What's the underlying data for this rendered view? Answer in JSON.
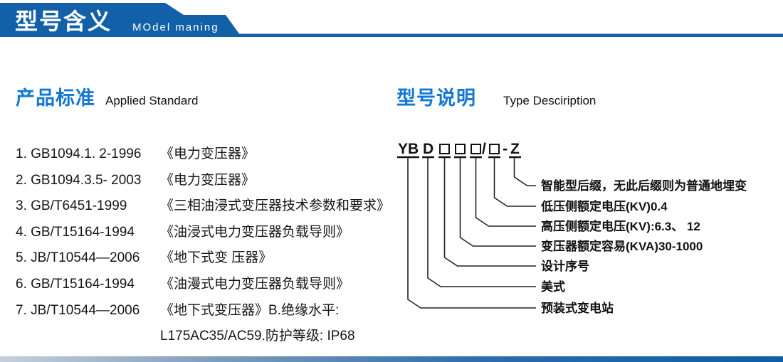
{
  "header": {
    "title_cn": "型号含义",
    "title_en": "MOdel maning",
    "band_color": "#1261a8"
  },
  "standards": {
    "heading_cn": "产品标准",
    "heading_en": "Applied Standard",
    "items": [
      {
        "code": "1. GB1094.1. 2-1996",
        "title": "《电力变压器》"
      },
      {
        "code": "2. GB1094.3.5- 2003",
        "title": "《电力变压器》"
      },
      {
        "code": "3. GB/T6451-1999",
        "title": "《三相油浸式变压器技术参数和要求》"
      },
      {
        "code": "4. GB/T15164-1994",
        "title": "《油浸式电力变压器负载导则》"
      },
      {
        "code": "5. JB/T10544—2006",
        "title": "《地下式变 压器》"
      },
      {
        "code": "6. GB/T15164-1994",
        "title": "《油漫式电力变压器负载导则》"
      },
      {
        "code": "7. JB/T10544—2006",
        "title": "《地下式变压器》B.绝缘水平:"
      },
      {
        "code": "",
        "title": "L175AC35/AC59.防护等级: IP68"
      }
    ]
  },
  "model": {
    "heading_cn": "型号说明",
    "heading_en": "Type Desciription",
    "code_parts": {
      "yb": "YB",
      "d": "D",
      "slash": "/",
      "dash": "-",
      "z": "Z"
    },
    "labels": [
      "智能型后缀，无此后缀则为普通地埋变",
      "低压侧额定电压(KV)0.4",
      "高压侧额定电压(KV):6.3、 12",
      "变压器额定容易(KVA)30-1000",
      "设计序号",
      "美式",
      "预装式变电站"
    ]
  },
  "colors": {
    "band_blue": "#1261a8",
    "heading_blue": "#1377d4",
    "body_text": "#161616",
    "footer_gradient_left": "#c6cfda",
    "footer_gradient_right": "#0f5da5"
  }
}
